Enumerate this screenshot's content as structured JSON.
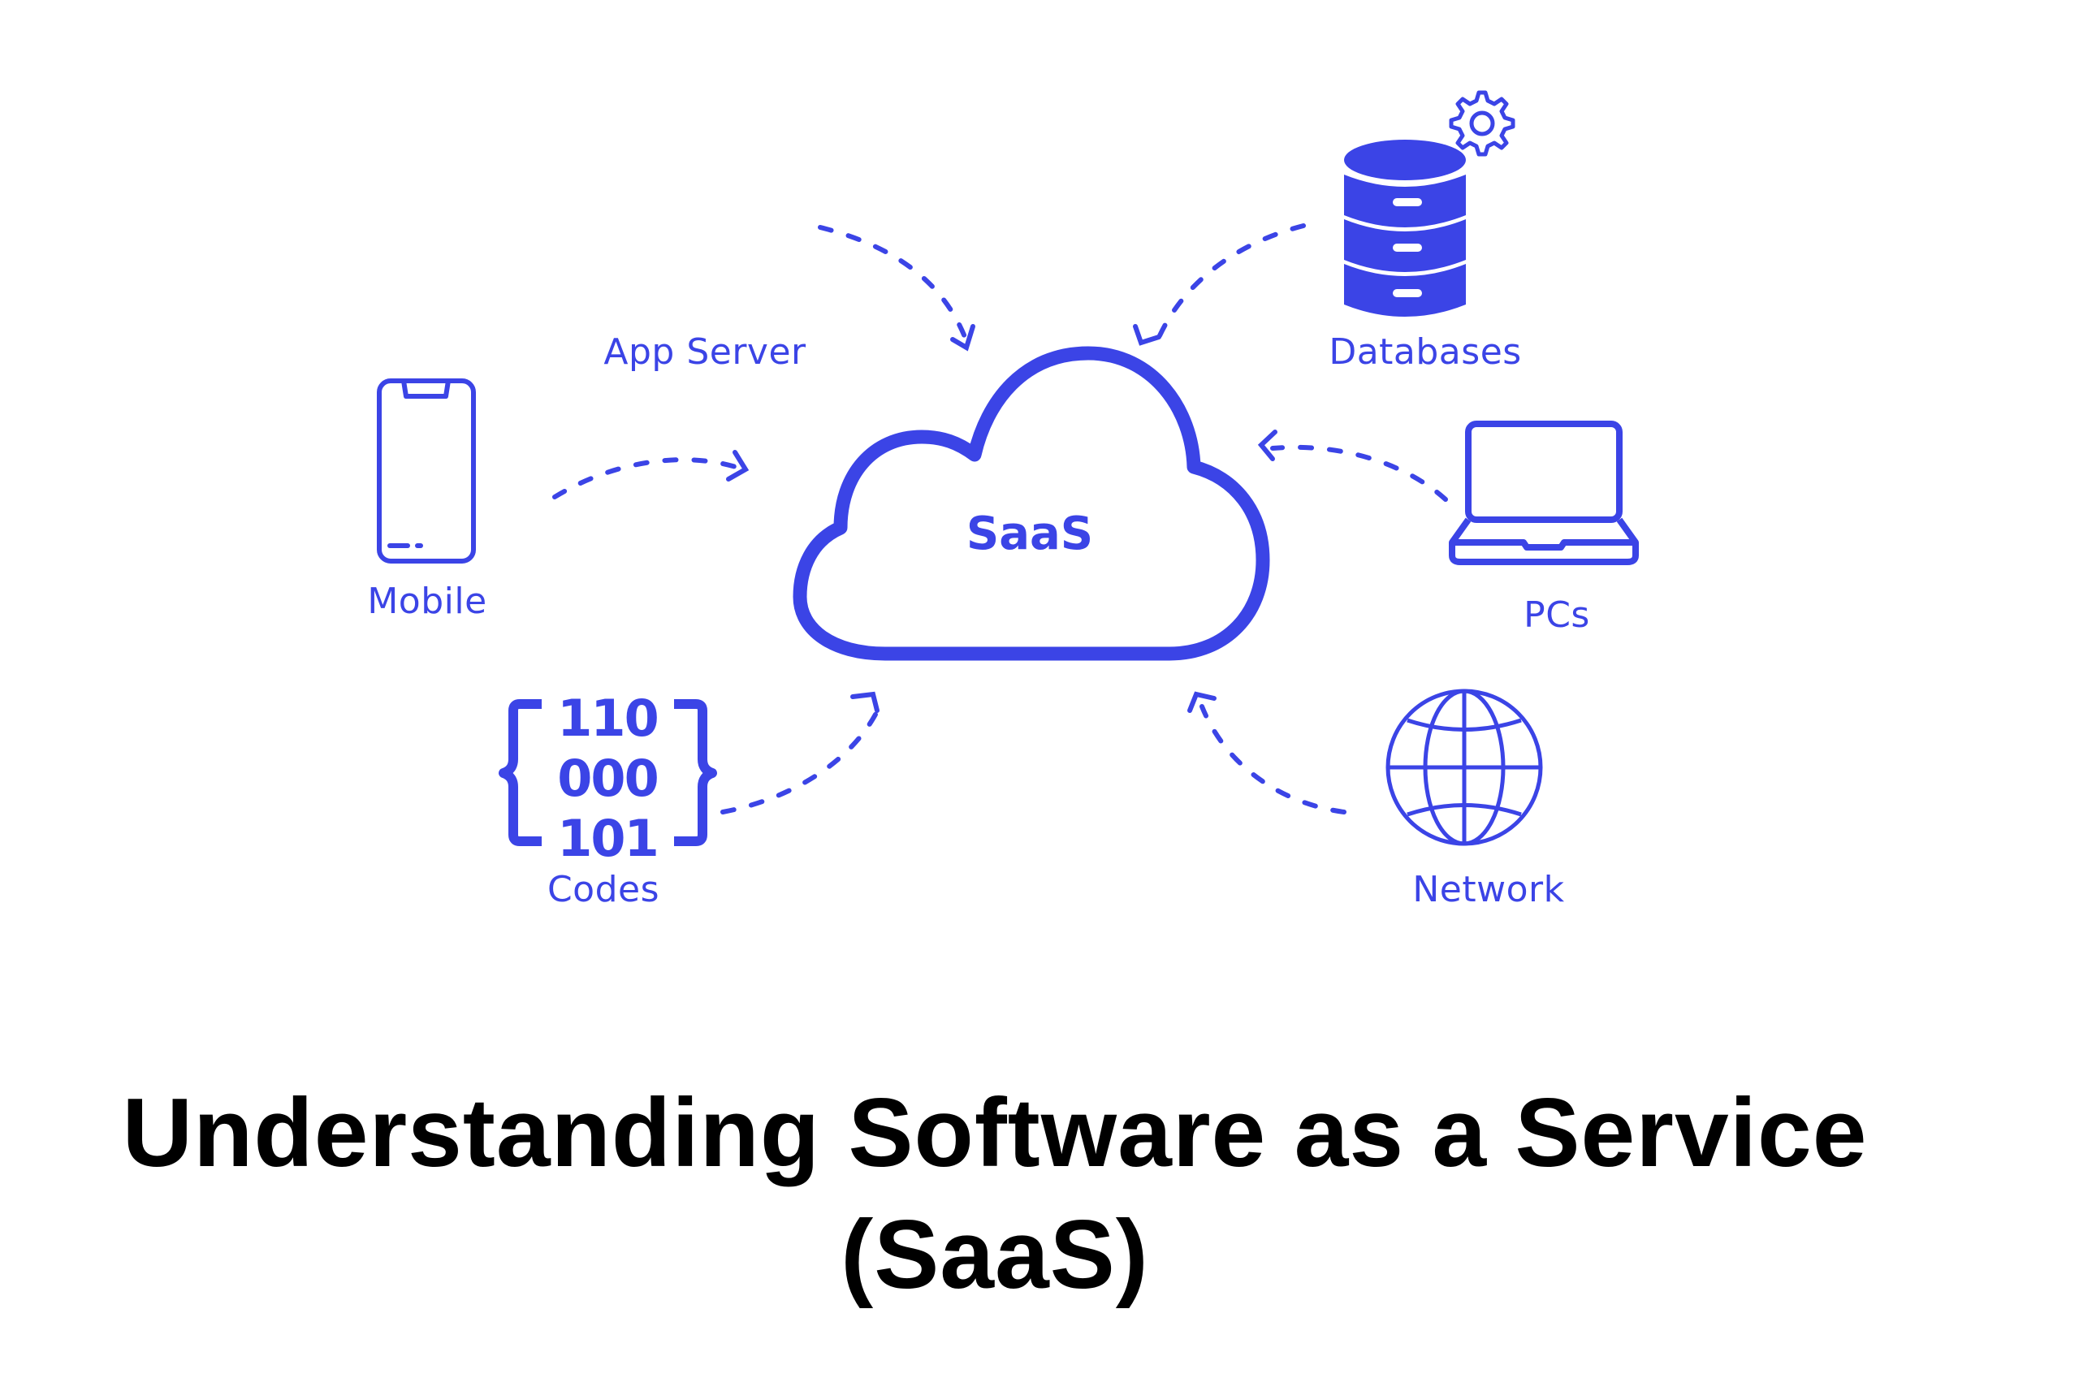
{
  "colors": {
    "accent": "#3b44e6",
    "title": "#000000",
    "background": "#ffffff"
  },
  "diagram": {
    "center": {
      "label": "SaaS",
      "icon": "cloud-icon"
    },
    "nodes": [
      {
        "id": "app-server",
        "label": "App Server",
        "icon": "none",
        "arrow_direction": "toward-cloud"
      },
      {
        "id": "databases",
        "label": "Databases",
        "icon": "database-gear-icon",
        "arrow_direction": "toward-cloud"
      },
      {
        "id": "mobile",
        "label": "Mobile",
        "icon": "smartphone-icon",
        "arrow_direction": "toward-cloud"
      },
      {
        "id": "pcs",
        "label": "PCs",
        "icon": "laptop-icon",
        "arrow_direction": "toward-cloud"
      },
      {
        "id": "codes",
        "label": "Codes",
        "icon": "binary-code-icon",
        "digits": [
          "110",
          "000",
          "101"
        ],
        "arrow_direction": "toward-cloud"
      },
      {
        "id": "network",
        "label": "Network",
        "icon": "globe-icon",
        "arrow_direction": "toward-cloud"
      }
    ]
  },
  "title": {
    "line1": "Understanding Software as a Service",
    "line2": "(SaaS)"
  }
}
